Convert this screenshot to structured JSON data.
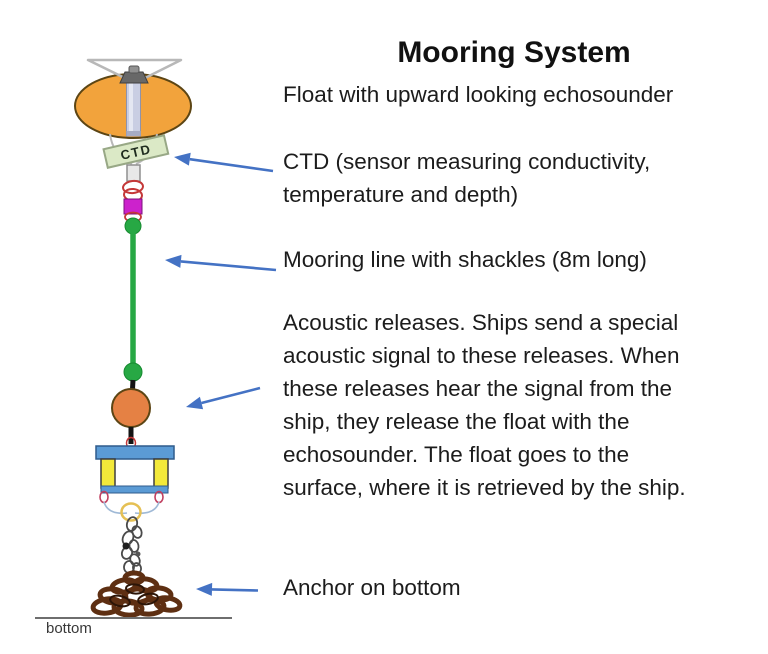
{
  "page": {
    "title": "Mooring System"
  },
  "labels": {
    "float": "Float with upward looking echosounder",
    "ctd": [
      "CTD (sensor measuring conductivity,",
      "temperature and depth)"
    ],
    "mooring": "Mooring line with shackles (8m long)",
    "acoustic": [
      "Acoustic releases. Ships send a special",
      "acoustic signal to these releases. When",
      "these releases hear the signal from the",
      "ship, they release the float with the",
      "echosounder. The float goes to the",
      "surface, where it is retrieved by the ship."
    ],
    "anchor": "Anchor on bottom",
    "seabed": "bottom",
    "ctd_tag": "CTD"
  },
  "colors": {
    "arrow": "#4472C4",
    "float_orange": "#F2A33C",
    "release_ball_orange": "#E58144",
    "mooring_green": "#27A844",
    "frame_blue": "#5B9BD5",
    "release_yellow": "#F3E93A",
    "shackle_red": "#C43838",
    "magenta": "#CC22CC",
    "anchor_brown": "#5E2F12"
  },
  "diagram": {
    "parts": [
      "float-with-echosounder",
      "ctd-sensor-tag",
      "mooring-line-with-shackles",
      "acoustic-release-ball",
      "acoustic-releases-frame",
      "chain-links",
      "anchor-chain-pile",
      "seabed-line"
    ]
  }
}
